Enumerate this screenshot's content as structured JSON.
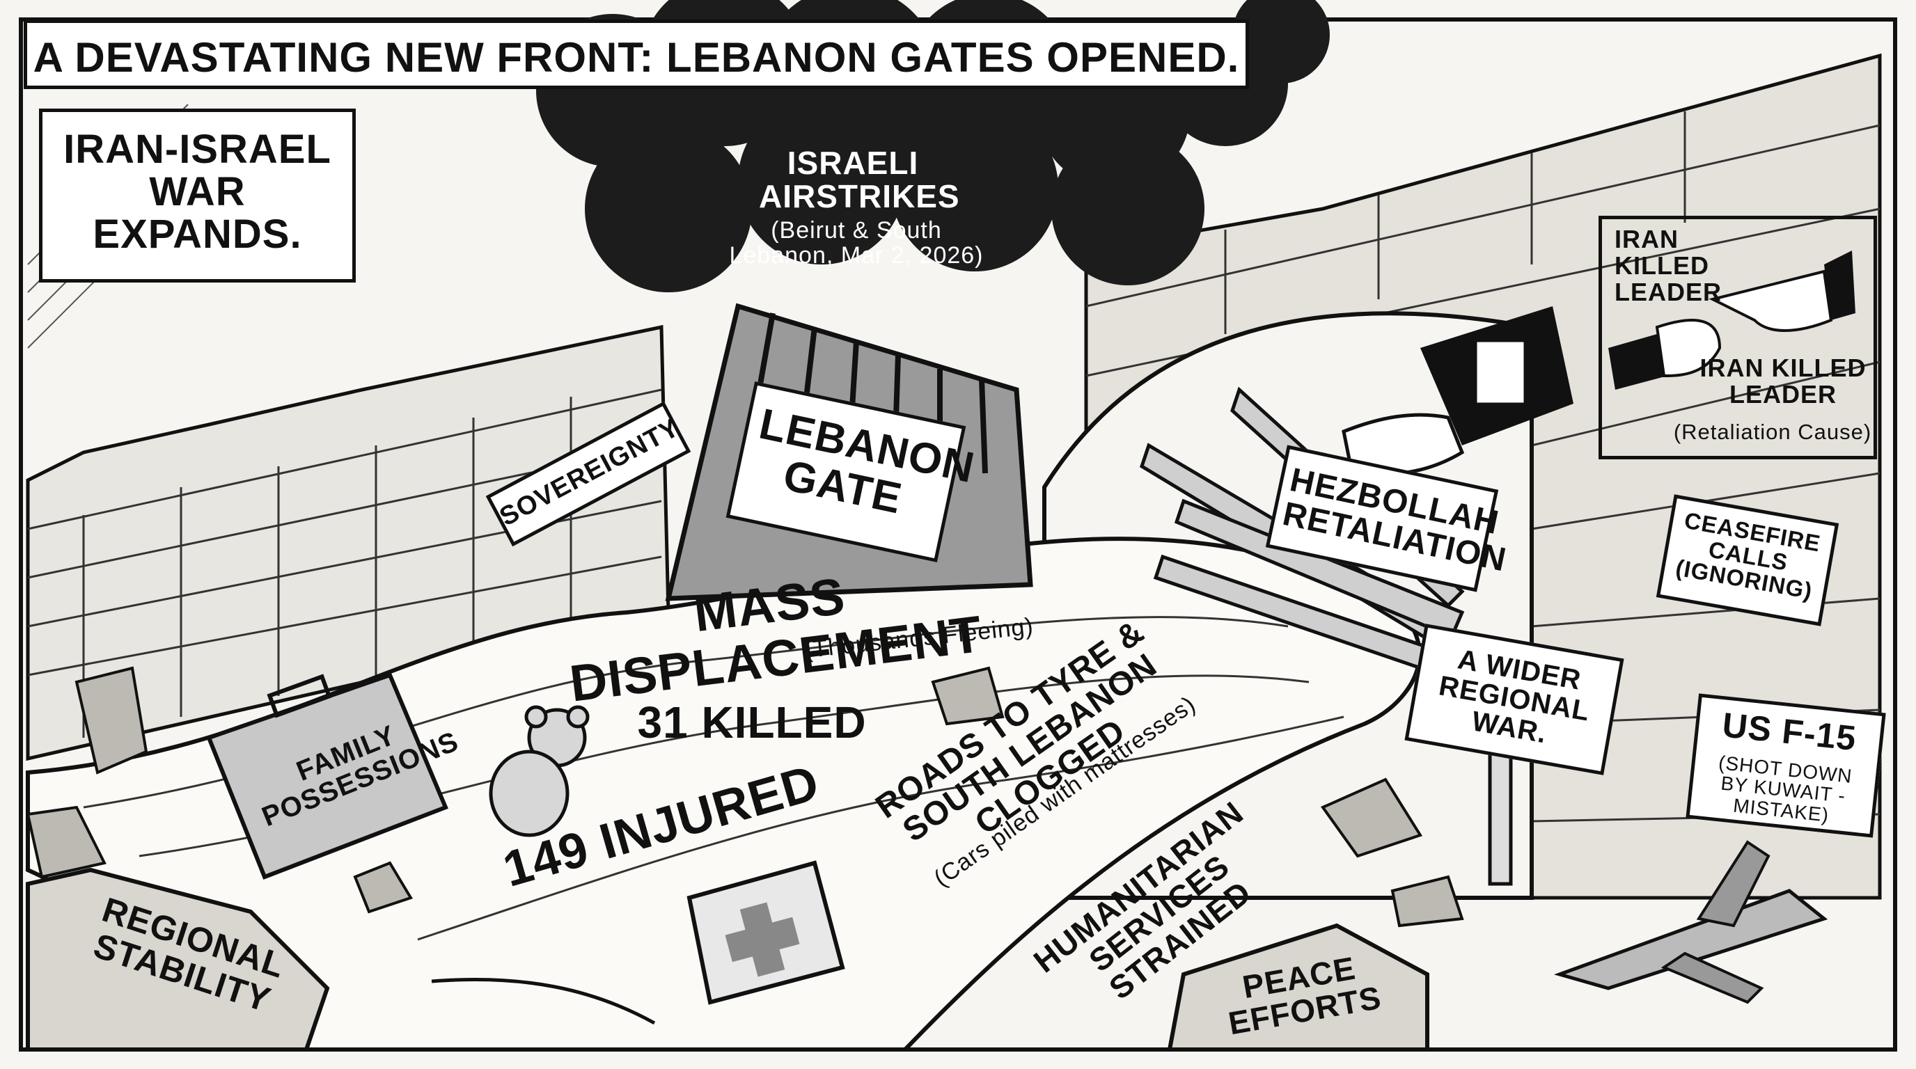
{
  "headline": "A DEVASTATING NEW FRONT: LEBANON GATES OPENED.",
  "corner_box": "IRAN-ISRAEL WAR EXPANDS.",
  "airstrikes": {
    "title": "ISRAELI AIRSTRIKES",
    "detail": "(Beirut & South Lebanon, Mar 2, 2026)"
  },
  "gate_sign": "LEBANON GATE",
  "sovereignty": "SOVEREIGNTY",
  "hezbollah": "HEZBOLLAH RETALIATION",
  "inset": {
    "caption_top": "IRAN KILLED LEADER",
    "caption_bottom": "IRAN KILLED LEADER",
    "caption_sub": "(Retaliation Cause)"
  },
  "ceasefire": "CEASEFIRE CALLS (IGNORING)",
  "wider_war": "A WIDER REGIONAL WAR.",
  "f15": {
    "title": "US F-15",
    "detail": "(SHOT DOWN BY KUWAIT - MISTAKE)"
  },
  "flood": {
    "displacement": "MASS DISPLACEMENT",
    "displacement_sub": "(Thousands Fleeing)",
    "killed": "31 KILLED",
    "injured": "149 INJURED",
    "roads": "ROADS TO TYRE & SOUTH LEBANON CLOGGED",
    "roads_sub": "(Cars piled with mattresses)",
    "humanitarian": "HUMANITARIAN SERVICES STRAINED"
  },
  "suitcase": "FAMILY POSSESSIONS",
  "stones": {
    "stability": "REGIONAL STABILITY",
    "peace": "PEACE EFFORTS"
  },
  "colors": {
    "ink": "#111111",
    "paper": "#f6f5f1",
    "smoke": "#1c1c1c",
    "stone": "#d9d6cf"
  }
}
